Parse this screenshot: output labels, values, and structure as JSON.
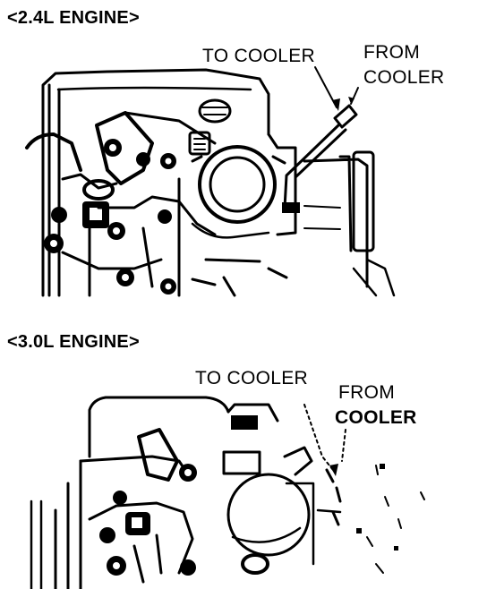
{
  "figure_24": {
    "title": "<2.4L ENGINE>",
    "callouts": {
      "to_cooler": "TO COOLER",
      "from_cooler_line1": "FROM",
      "from_cooler_line2": "COOLER"
    }
  },
  "figure_30": {
    "title": "<3.0L ENGINE>",
    "callouts": {
      "to_cooler": "TO COOLER",
      "from_cooler_line1": "FROM",
      "from_cooler_line2": "COOLER"
    }
  },
  "colors": {
    "ink": "#000000",
    "paper": "#ffffff"
  }
}
